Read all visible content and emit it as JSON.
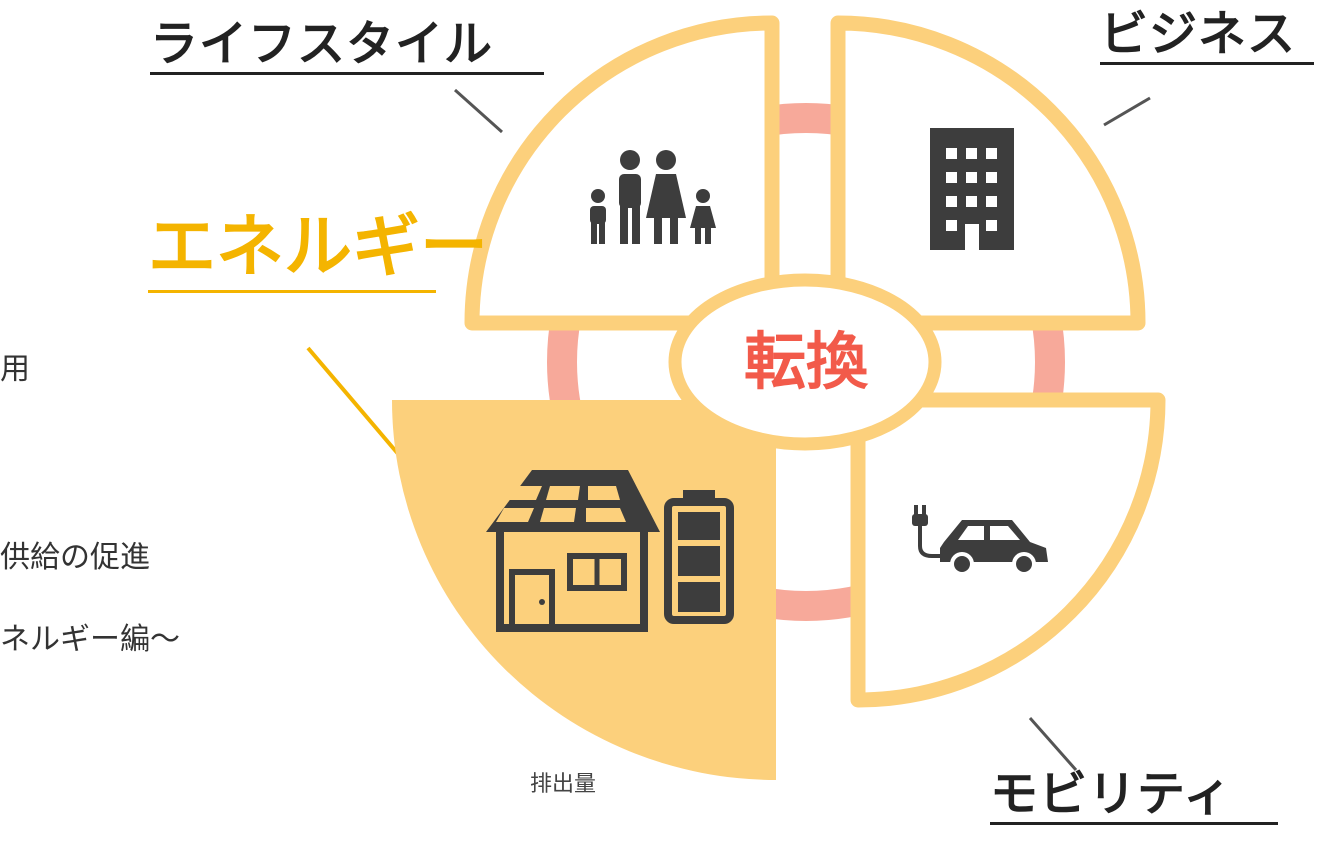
{
  "headings": {
    "lifestyle": "ライフスタイル",
    "business": "ビジネス",
    "energy": "エネルギー",
    "mobility": "モビリティ"
  },
  "center": {
    "label": "転換"
  },
  "left_text": {
    "line1": "用",
    "line2": "供給の促進",
    "line3": "ネルギー編～"
  },
  "bottom_caption": "排出量",
  "icons": [
    "family-icon",
    "office-building-icon",
    "house-solar-battery-icon",
    "electric-car-icon"
  ],
  "colors": {
    "quadrant_outline": "#fcd07c",
    "energy_fill": "#fcd07c",
    "ring": "#f7a99a",
    "center_text": "#f25a4a",
    "energy_heading": "#f4b400",
    "icon": "#3d3d3d"
  }
}
